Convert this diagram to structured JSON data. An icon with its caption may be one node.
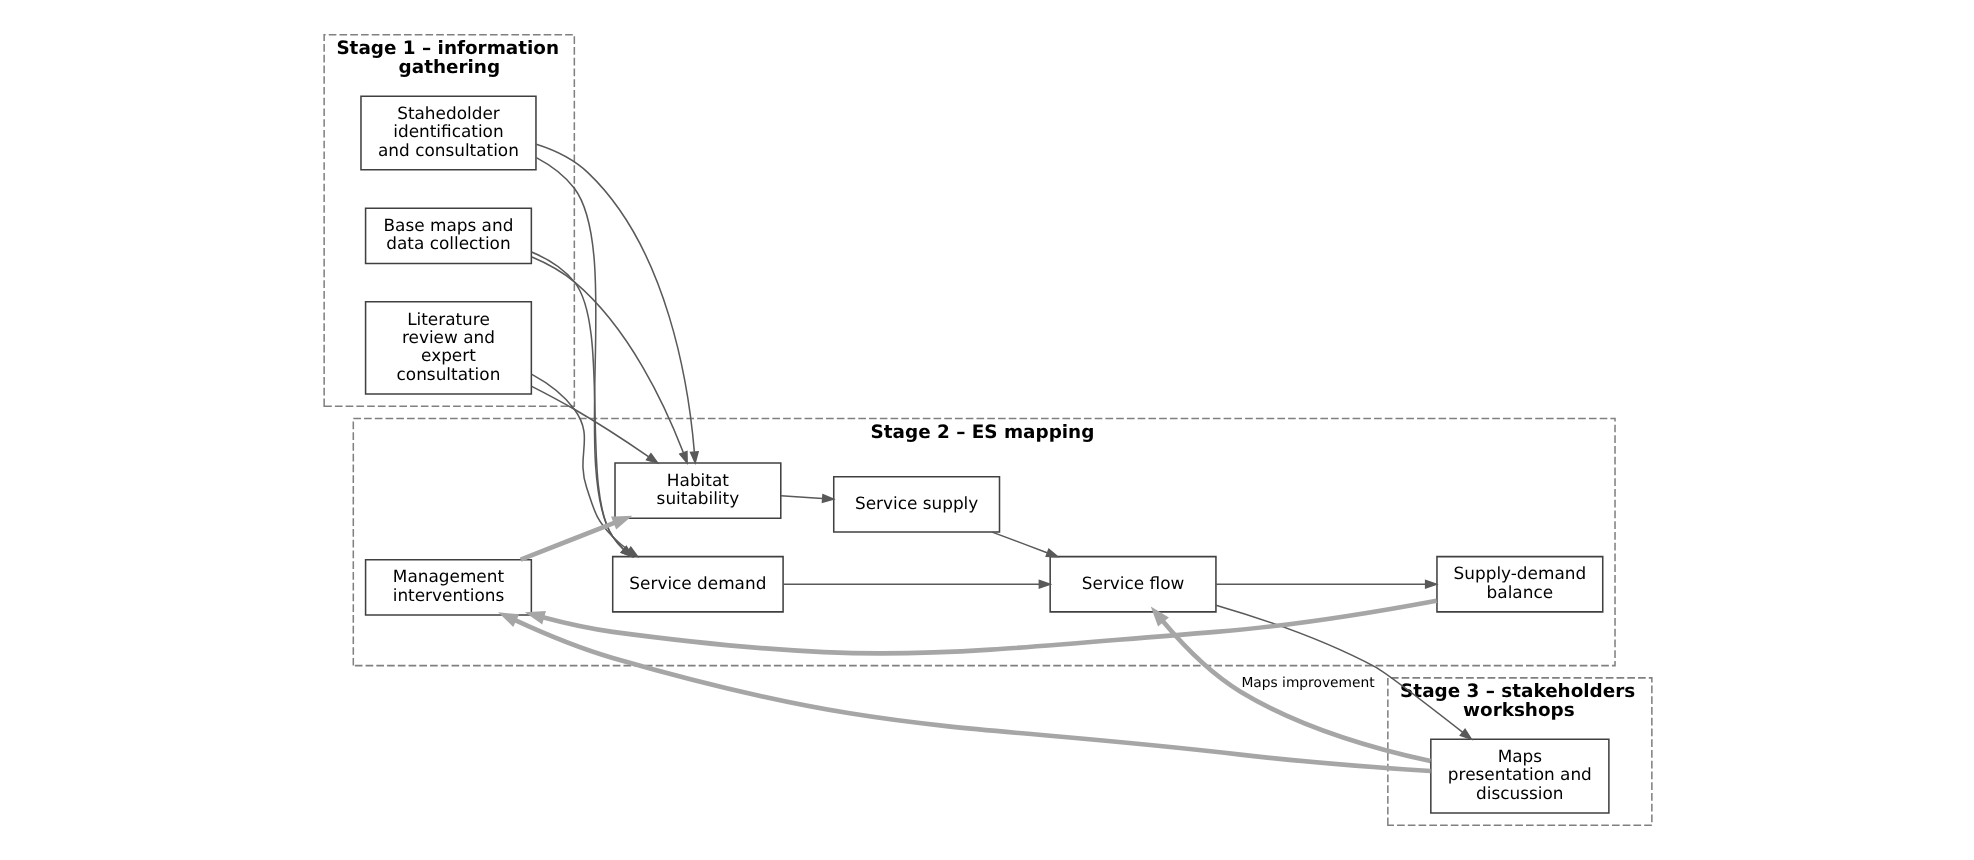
{
  "diagram": {
    "nodes": [
      {
        "text": [
          "Stage 1 – information gathering"
        ]
      },
      {
        "text": [
          "Stahedolder identification and consultation"
        ],
        "in": 0
      },
      {
        "text": [
          "Base maps and data collection"
        ],
        "in": 0
      },
      {
        "text": [
          "Literature review and expert consultation"
        ],
        "in": 0
      },
      {
        "text": [
          "Stage 2 – ES mapping"
        ]
      },
      {
        "text": [
          "Habitat suitability"
        ],
        "in": 4
      },
      {
        "text": [
          "Service supply"
        ],
        "in": 4
      },
      {
        "text": [
          "Service demand"
        ],
        "in": 4
      },
      {
        "text": [
          "Service flow"
        ],
        "in": 4
      },
      {
        "text": [
          "Supply-demand balance"
        ],
        "in": 4
      },
      {
        "text": [
          "Management interventions"
        ],
        "in": 4
      },
      {
        "text": [
          "Stage 3 – stakeholders workshops"
        ]
      },
      {
        "text": [
          "Maps presentation and discussion"
        ],
        "in": 11
      }
    ],
    "edges": [
      {
        "from": 1,
        "to": 5,
        "arrow": "to"
      },
      {
        "from": 2,
        "to": 5,
        "arrow": "to"
      },
      {
        "from": 3,
        "to": 5,
        "arrow": "to"
      },
      {
        "from": 1,
        "to": 7,
        "arrow": "to"
      },
      {
        "from": 2,
        "to": 7,
        "arrow": "to"
      },
      {
        "from": 3,
        "to": 7,
        "arrow": "to"
      },
      {
        "from": 5,
        "to": 6,
        "arrow": "to"
      },
      {
        "from": 6,
        "to": 8,
        "arrow": "to"
      },
      {
        "from": 7,
        "to": 8,
        "arrow": "to"
      },
      {
        "from": 8,
        "to": 12,
        "arrow": "to"
      },
      {
        "from": 8,
        "to": 9,
        "arrow": "to"
      },
      {
        "from": 12,
        "to": 8,
        "arrow": "to",
        "label": "Maps improvement",
        "style": "thick",
        "color": "#a6a6a6"
      },
      {
        "from": 9,
        "to": 10,
        "arrow": "to",
        "style": "thick",
        "color": "#a6a6a6"
      },
      {
        "from": 12,
        "to": 10,
        "arrow": "to",
        "style": "thick",
        "color": "#a6a6a6"
      },
      {
        "from": 10,
        "to": 5,
        "arrow": "to",
        "style": "thick",
        "color": "#a6a6a6"
      }
    ]
  }
}
